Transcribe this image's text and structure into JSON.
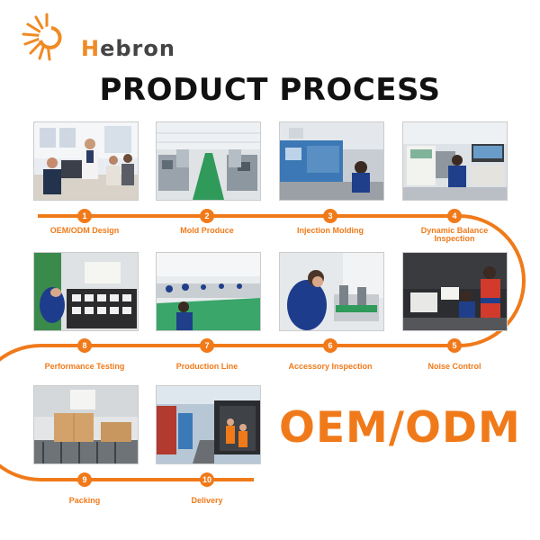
{
  "brand": {
    "name_prefix": "H",
    "name_rest": "ebron"
  },
  "title": "PRODUCT PROCESS",
  "steps": [
    {
      "num": "1",
      "label": "OEM/ODM Design",
      "photo": "office-meeting-photo"
    },
    {
      "num": "2",
      "label": "Mold Produce",
      "photo": "mold-workshop-photo"
    },
    {
      "num": "3",
      "label": "Injection Molding",
      "photo": "injection-machine-photo"
    },
    {
      "num": "4",
      "label": "Dynamic Balance Inspection",
      "photo": "balance-lab-photo"
    },
    {
      "num": "5",
      "label": "Noise Control",
      "photo": "noise-room-photo"
    },
    {
      "num": "6",
      "label": "Accessory Inspection",
      "photo": "accessory-inspection-photo"
    },
    {
      "num": "7",
      "label": "Production Line",
      "photo": "production-line-photo"
    },
    {
      "num": "8",
      "label": "Performance Testing",
      "photo": "performance-testing-photo"
    },
    {
      "num": "9",
      "label": "Packing",
      "photo": "packing-photo"
    },
    {
      "num": "10",
      "label": "Delivery",
      "photo": "delivery-container-photo"
    }
  ],
  "tagline": "OEM/ODM",
  "colors": {
    "accent": "#f07a1a",
    "title": "#111111"
  }
}
